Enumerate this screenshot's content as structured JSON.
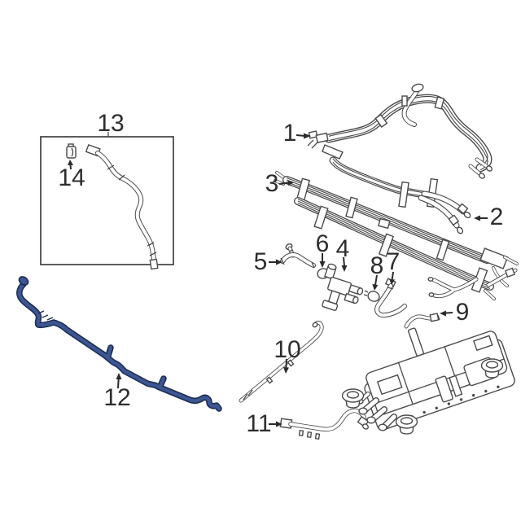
{
  "diagram": {
    "background": "#ffffff",
    "line_color": "#4a4a4a",
    "label_color": "#2d2d2d"
  },
  "highlight": {
    "part": "12",
    "fill": "#3b5693",
    "outline": "#1d2c50"
  },
  "parts": [
    {
      "label": "1"
    },
    {
      "label": "2"
    },
    {
      "label": "3"
    },
    {
      "label": "4"
    },
    {
      "label": "5"
    },
    {
      "label": "6"
    },
    {
      "label": "7"
    },
    {
      "label": "8"
    },
    {
      "label": "9"
    },
    {
      "label": "10"
    },
    {
      "label": "11"
    },
    {
      "label": "12"
    },
    {
      "label": "13"
    },
    {
      "label": "14"
    }
  ]
}
